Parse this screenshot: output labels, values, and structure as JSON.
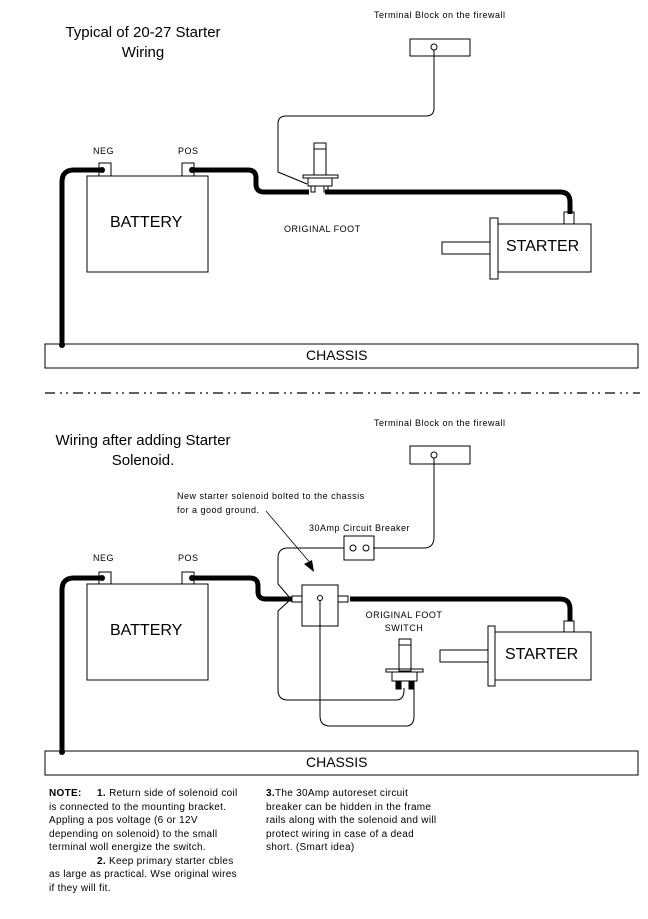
{
  "top_diagram": {
    "title_line1": "Typical of 20-27 Starter",
    "title_line2": "Wiring",
    "terminal_block_label": "Terminal Block on the firewall",
    "neg_label": "NEG",
    "pos_label": "POS",
    "battery_label": "BATTERY",
    "foot_switch_label": "ORIGINAL FOOT",
    "starter_label": "STARTER",
    "chassis_label": "CHASSIS"
  },
  "bottom_diagram": {
    "title_line1": "Wiring after adding Starter",
    "title_line2": "Solenoid.",
    "terminal_block_label": "Terminal Block on the firewall",
    "solenoid_note_line1": "New starter solenoid bolted to the chassis",
    "solenoid_note_line2": "for a good ground.",
    "breaker_label": "30Amp Circuit Breaker",
    "neg_label": "NEG",
    "pos_label": "POS",
    "battery_label": "BATTERY",
    "foot_switch_label_line1": "ORIGINAL FOOT",
    "foot_switch_label_line2": "SWITCH",
    "starter_label": "STARTER",
    "chassis_label": "CHASSIS"
  },
  "notes": {
    "heading": "NOTE:",
    "n1_num": "1.",
    "n1_lines": [
      "Return side of solenoid coil",
      "is connected to the mounting bracket.",
      "Appling a pos voltage (6 or 12V",
      "depending on solenoid) to the small",
      "terminal woll energize the switch."
    ],
    "n2_num": "2.",
    "n2_lines": [
      "Keep primary starter cbles",
      "as large as practical.  Wse original wires",
      "if they will fit."
    ],
    "n3_num": "3.",
    "n3_lines": [
      "The 30Amp  autoreset circuit",
      "breaker can be hidden in the frame",
      "rails along with the solenoid and will",
      "protect wiring in case of a dead",
      "short. (Smart idea)"
    ]
  }
}
